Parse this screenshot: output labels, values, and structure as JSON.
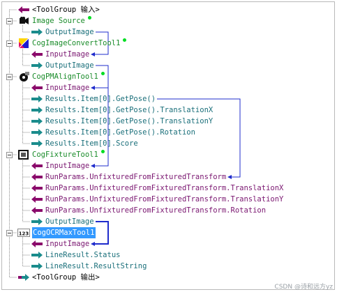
{
  "colors": {
    "in_arrow": "#8b0a6b",
    "out_arrow": "#1a8c8c",
    "link_line": "#1f2ccc",
    "label_tool": "#1a8c2a",
    "label_in": "#7a1670",
    "label_out": "#1a6f7a",
    "label_group": "#000000",
    "status_dot": "#00dd22",
    "selection": "#3399ff"
  },
  "tree": [
    {
      "label": "<ToolGroup 输入>",
      "kind": "group-in",
      "icon": "input-arrow-icon",
      "level": 0
    },
    {
      "label": "Image Source",
      "kind": "tool",
      "icon": "camera-icon",
      "level": 0,
      "expander": true,
      "status_dot": true
    },
    {
      "label": "OutputImage",
      "kind": "out",
      "icon": "output-arrow-icon",
      "level": 1
    },
    {
      "label": "CogImageConvertTool1",
      "kind": "tool",
      "icon": "image-convert-icon",
      "level": 0,
      "expander": true,
      "status_dot": true
    },
    {
      "label": "InputImage",
      "kind": "in",
      "icon": "input-arrow-icon",
      "level": 1
    },
    {
      "label": "OutputImage",
      "kind": "out",
      "icon": "output-arrow-icon",
      "level": 1
    },
    {
      "label": "CogPMAlignTool1",
      "kind": "tool",
      "icon": "pmalign-icon",
      "level": 0,
      "expander": true,
      "status_dot": true
    },
    {
      "label": "InputImage",
      "kind": "in",
      "icon": "input-arrow-icon",
      "level": 1
    },
    {
      "label": "Results.Item[0].GetPose()",
      "kind": "out",
      "icon": "output-arrow-icon",
      "level": 1
    },
    {
      "label": "Results.Item[0].GetPose().TranslationX",
      "kind": "out",
      "icon": "output-arrow-icon",
      "level": 1
    },
    {
      "label": "Results.Item[0].GetPose().TranslationY",
      "kind": "out",
      "icon": "output-arrow-icon",
      "level": 1
    },
    {
      "label": "Results.Item[0].GetPose().Rotation",
      "kind": "out",
      "icon": "output-arrow-icon",
      "level": 1
    },
    {
      "label": "Results.Item[0].Score",
      "kind": "out",
      "icon": "output-arrow-icon",
      "level": 1
    },
    {
      "label": "CogFixtureTool1",
      "kind": "tool",
      "icon": "fixture-icon",
      "level": 0,
      "expander": true,
      "status_dot": true
    },
    {
      "label": "InputImage",
      "kind": "in",
      "icon": "input-arrow-icon",
      "level": 1
    },
    {
      "label": "RunParams.UnfixturedFromFixturedTransform",
      "kind": "in",
      "icon": "input-arrow-icon",
      "level": 1
    },
    {
      "label": "RunParams.UnfixturedFromFixturedTransform.TranslationX",
      "kind": "in",
      "icon": "input-arrow-icon",
      "level": 1
    },
    {
      "label": "RunParams.UnfixturedFromFixturedTransform.TranslationY",
      "kind": "in",
      "icon": "input-arrow-icon",
      "level": 1
    },
    {
      "label": "RunParams.UnfixturedFromFixturedTransform.Rotation",
      "kind": "in",
      "icon": "input-arrow-icon",
      "level": 1
    },
    {
      "label": "OutputImage",
      "kind": "out",
      "icon": "output-arrow-icon",
      "level": 1
    },
    {
      "label": "CogOCRMaxTool1",
      "kind": "tool",
      "icon": "ocr-123-icon",
      "icon_text": "123",
      "level": 0,
      "expander": true,
      "selected": true
    },
    {
      "label": "InputImage",
      "kind": "in",
      "icon": "input-arrow-icon",
      "level": 1
    },
    {
      "label": "LineResult.Status",
      "kind": "out",
      "icon": "output-arrow-icon",
      "level": 1
    },
    {
      "label": "LineResult.ResultString",
      "kind": "out",
      "icon": "output-arrow-icon",
      "level": 1
    },
    {
      "label": "<ToolGroup 输出>",
      "kind": "group-out",
      "icon": "output-group-icon",
      "level": 0
    }
  ],
  "links": [
    {
      "from": 2,
      "to": 4
    },
    {
      "from": 5,
      "to": 7
    },
    {
      "from": 5,
      "to": 14
    },
    {
      "from": 8,
      "to": 15
    },
    {
      "from": 19,
      "to": 21
    }
  ],
  "watermark": "CSDN @诗和远方yz"
}
